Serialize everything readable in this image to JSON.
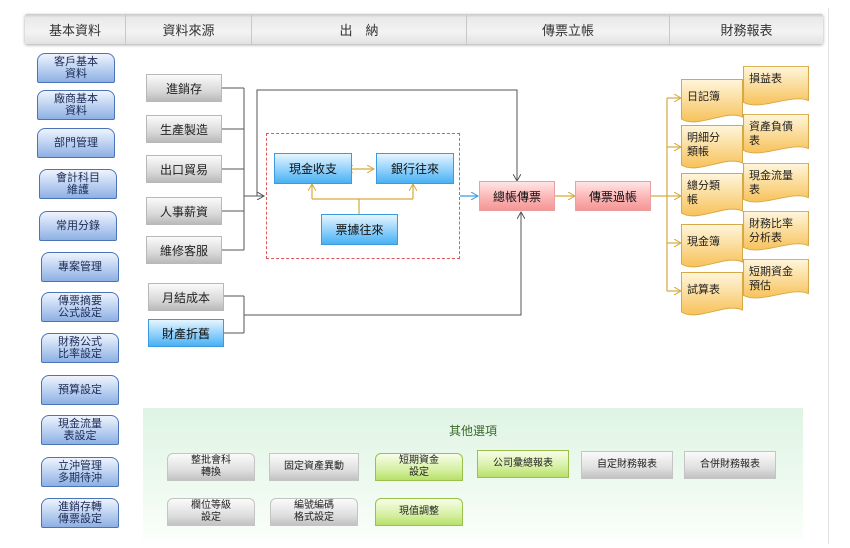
{
  "header": {
    "tabs": [
      {
        "label": "基本資料"
      },
      {
        "label": "資料來源"
      },
      {
        "label": "出　納"
      },
      {
        "label": "傳票立帳"
      },
      {
        "label": "財務報表"
      }
    ]
  },
  "sidebar": {
    "items": [
      {
        "label": "客戶基本\n資料"
      },
      {
        "label": "廠商基本\n資料"
      },
      {
        "label": "部門管理"
      },
      {
        "label": "會計科目\n維護"
      },
      {
        "label": "常用分錄"
      },
      {
        "label": "專案管理"
      },
      {
        "label": "傳票摘要\n公式設定"
      },
      {
        "label": "財務公式\n比率設定"
      },
      {
        "label": "預算設定"
      },
      {
        "label": "現金流量\n表設定"
      },
      {
        "label": "立沖管理\n多期待沖"
      },
      {
        "label": "進銷存轉\n傳票設定"
      }
    ]
  },
  "sources": {
    "items": [
      {
        "label": "進銷存"
      },
      {
        "label": "生產製造"
      },
      {
        "label": "出口貿易"
      },
      {
        "label": "人事薪資"
      },
      {
        "label": "維修客服"
      }
    ],
    "monthly_cost": "月結成本",
    "asset_depreciation": "財產折舊"
  },
  "cashier": {
    "cash": "現金收支",
    "bank": "銀行往來",
    "notes": "票據往來"
  },
  "voucher": {
    "general_voucher": "總帳傳票",
    "posting": "傳票過帳"
  },
  "ledgers": {
    "items": [
      {
        "label": "日記簿"
      },
      {
        "label": "明細分\n類帳"
      },
      {
        "label": "總分類\n帳"
      },
      {
        "label": "現金簿"
      },
      {
        "label": "試算表"
      }
    ]
  },
  "reports": {
    "items": [
      {
        "label": "損益表"
      },
      {
        "label": "資產負債\n表"
      },
      {
        "label": "現金流量\n表"
      },
      {
        "label": "財務比率\n分析表"
      },
      {
        "label": "短期資金\n預估"
      }
    ]
  },
  "other_options": {
    "title": "其他選項",
    "row1": [
      {
        "label": "整批會科\n轉換"
      },
      {
        "label": "固定資產異動"
      },
      {
        "label": "短期資金\n設定"
      },
      {
        "label": "公司彙總報表"
      },
      {
        "label": "自定財務報表"
      },
      {
        "label": "合併財務報表"
      }
    ],
    "row2": [
      {
        "label": "欄位等級\n設定"
      },
      {
        "label": "編號編碼\n格式設定"
      },
      {
        "label": "現值調整"
      }
    ]
  },
  "colors": {
    "sidebar_blue": "#8db0e3",
    "cashier_blue": "#49b1f2",
    "voucher_red": "#f69595",
    "ledger_orange": "#f7c25a",
    "dash_red": "#e05a5a",
    "flow_gold": "#d6a93a",
    "options_green": "#b8e06a"
  }
}
